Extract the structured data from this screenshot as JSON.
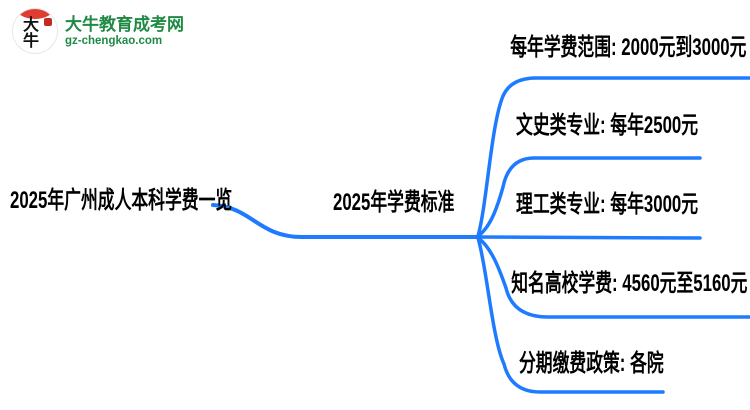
{
  "logo": {
    "icon_text": "大牛",
    "site_name": "大牛教育成考网",
    "site_domain": "gz-chengkao.com",
    "brand_green": "#1f8a44",
    "icon_red": "#e03c31"
  },
  "mindmap": {
    "line_color": "#1e7bff",
    "text_color": "#000000",
    "root": {
      "label": "2025年广州成人本科学费一览"
    },
    "branch": {
      "label": "2025年学费标准"
    },
    "leaves": [
      {
        "label": "每年学费范围: 2000元到3000元"
      },
      {
        "label": "文史类专业: 每年2500元"
      },
      {
        "label": "理工类专业: 每年3000元"
      },
      {
        "label": "知名高校学费: 4560元至5160元"
      },
      {
        "label": "分期缴费政策: 各院"
      }
    ]
  }
}
